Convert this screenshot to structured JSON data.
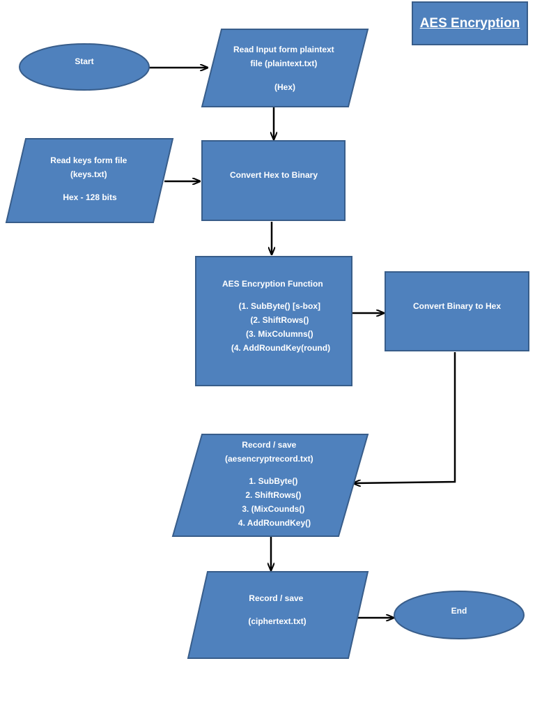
{
  "title": "AES Encryption",
  "colors": {
    "fill": "#4f81bd",
    "stroke": "#385d8a",
    "arrow": "#000000",
    "text": "#ffffff"
  },
  "nodes": {
    "start": {
      "shape": "ellipse",
      "lines": [
        "Start"
      ]
    },
    "read_plaintext": {
      "shape": "parallelogram",
      "lines": [
        "Read Input form plaintext",
        "file (plaintext.txt)",
        "",
        "(Hex)"
      ]
    },
    "read_keys": {
      "shape": "parallelogram",
      "lines": [
        "Read keys form file",
        "(keys.txt)",
        "",
        "Hex - 128 bits"
      ]
    },
    "hex_to_binary": {
      "shape": "rectangle",
      "lines": [
        "Convert Hex to Binary"
      ]
    },
    "aes_function": {
      "shape": "rectangle",
      "lines": [
        "AES Encryption Function",
        "",
        "(1.  SubByte() [s-box]",
        "(2.  ShiftRows()",
        "(3.  MixColumns()",
        "(4.  AddRoundKey(round)"
      ]
    },
    "binary_to_hex": {
      "shape": "rectangle",
      "lines": [
        "Convert Binary to Hex"
      ]
    },
    "record_aes": {
      "shape": "parallelogram",
      "lines": [
        "Record / save",
        "(aesencryptrecord.txt)",
        "",
        "1.   SubByte()",
        "2.   ShiftRows()",
        "3.   (MixCounds()",
        "4.   AddRoundKey()"
      ]
    },
    "record_cipher": {
      "shape": "parallelogram",
      "lines": [
        "Record / save",
        "",
        "(ciphertext.txt)"
      ]
    },
    "end": {
      "shape": "ellipse",
      "lines": [
        "End"
      ]
    }
  },
  "edges": [
    [
      "start",
      "read_plaintext"
    ],
    [
      "read_plaintext",
      "hex_to_binary"
    ],
    [
      "read_keys",
      "hex_to_binary"
    ],
    [
      "hex_to_binary",
      "aes_function"
    ],
    [
      "aes_function",
      "binary_to_hex"
    ],
    [
      "binary_to_hex",
      "record_aes"
    ],
    [
      "record_aes",
      "record_cipher"
    ],
    [
      "record_cipher",
      "end"
    ]
  ]
}
